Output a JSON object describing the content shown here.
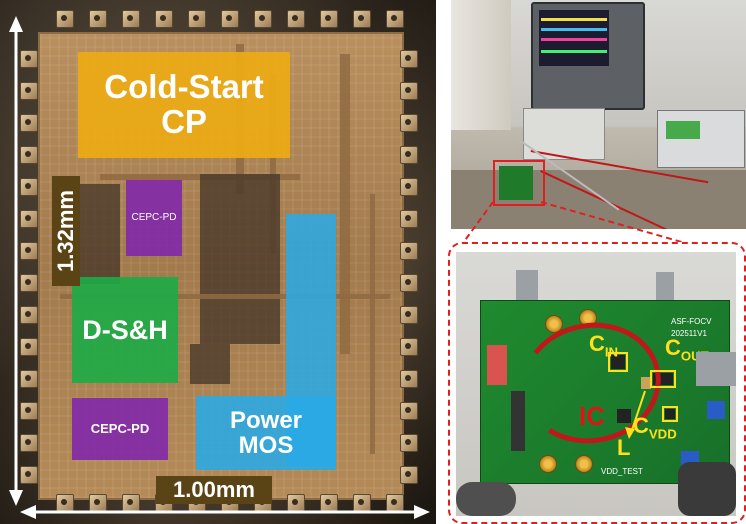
{
  "die": {
    "blocks": {
      "cold_start_line1": "Cold-Start",
      "cold_start_line2": "CP",
      "cepc_pd_top": "CEPC-PD",
      "dsh": "D-S&H",
      "cepc_pd_bottom": "CEPC-PD",
      "power_mos_line1": "Power",
      "power_mos_line2": "MOS"
    },
    "dimensions": {
      "vertical": "1.32mm",
      "horizontal": "1.00mm"
    }
  },
  "pcb": {
    "labels": {
      "c_in_main": "C",
      "c_in_sub": "IN",
      "c_out_main": "C",
      "c_out_sub": "OUT",
      "ic": "IC",
      "c_vdd_main": "C",
      "c_vdd_sub": "VDD",
      "l": "L"
    },
    "board_text": {
      "title": "ASF-FOCV",
      "version": "202511V1",
      "vdd_test": "VDD_TEST"
    }
  },
  "colors": {
    "cold_start": "#ECAA14",
    "cepc_pd": "#8228AA",
    "dsh": "#1EAA46",
    "power_mos": "#28AAE6",
    "highlight": "#E02020",
    "label_yellow": "#FFE01A",
    "label_red": "#E01414"
  }
}
